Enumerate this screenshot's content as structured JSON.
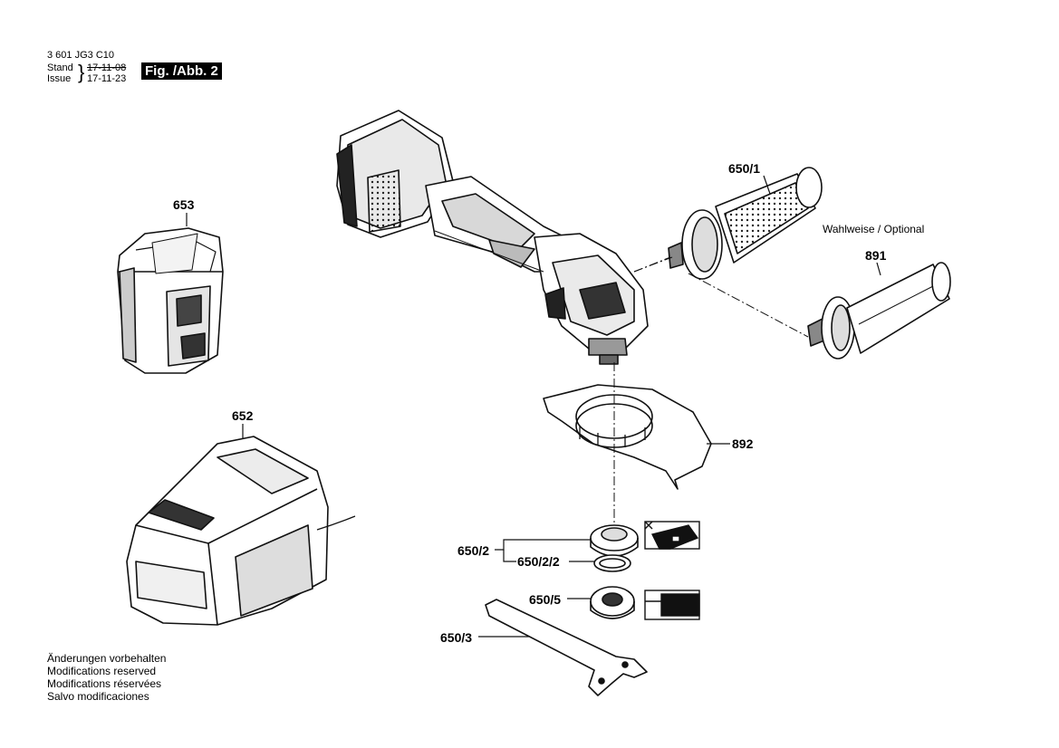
{
  "header": {
    "part_number": "3 601 JG3 C10",
    "stand_label": "Stand",
    "issue_label": "Issue",
    "stand_date": "17-11-08",
    "issue_date": "17-11-23",
    "figure_label": "Fig. /Abb. 2"
  },
  "callouts": {
    "battery": "653",
    "charger": "652",
    "aux_handle": "650/1",
    "optional_note": "Wahlweise / Optional",
    "vibration_handle": "891",
    "guard": "892",
    "flange_set": "650/2",
    "flange_oring": "650/2/2",
    "clamping_nut": "650/5",
    "spanner": "650/3"
  },
  "footer": {
    "lines": [
      "Änderungen vorbehalten",
      "Modifications reserved",
      "Modifications réservées",
      "Salvo modificaciones"
    ]
  }
}
